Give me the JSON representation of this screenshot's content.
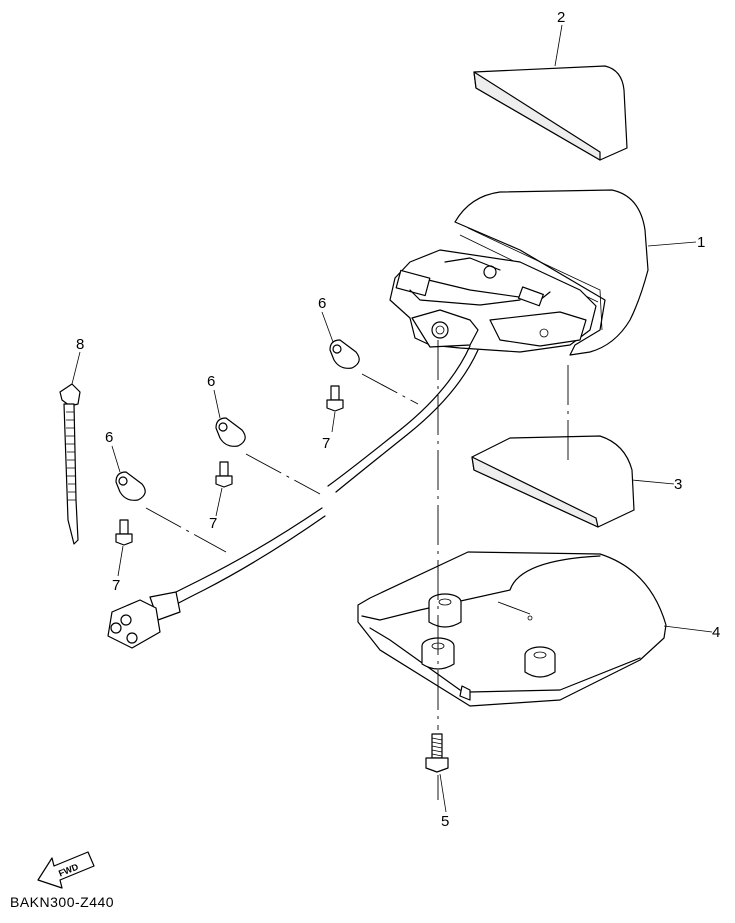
{
  "callouts": [
    {
      "id": "1",
      "label": "1"
    },
    {
      "id": "2",
      "label": "2"
    },
    {
      "id": "3",
      "label": "3"
    },
    {
      "id": "4",
      "label": "4"
    },
    {
      "id": "5",
      "label": "5"
    },
    {
      "id": "6a",
      "label": "6"
    },
    {
      "id": "6b",
      "label": "6"
    },
    {
      "id": "6c",
      "label": "6"
    },
    {
      "id": "7a",
      "label": "7"
    },
    {
      "id": "7b",
      "label": "7"
    },
    {
      "id": "7c",
      "label": "7"
    },
    {
      "id": "8",
      "label": "8"
    }
  ],
  "fwd_label": "FWD",
  "diagram_code": "BAKN300-Z440"
}
